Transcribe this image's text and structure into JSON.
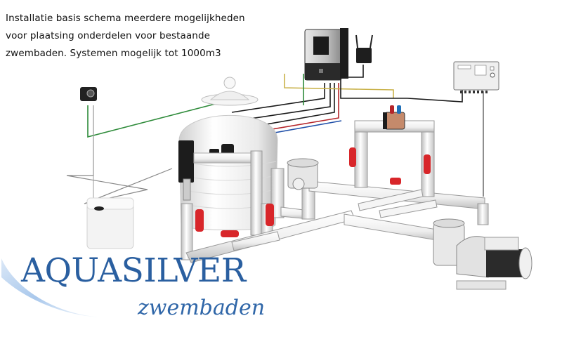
{
  "caption": {
    "lines": [
      "Installatie basis schema meerdere mogelijkheden",
      "voor plaatsing onderdelen voor bestaande",
      "zwembaden. Systemen mogelijk tot 1000m3"
    ]
  },
  "logo": {
    "brand": "AQUASILVER",
    "tagline": "zwembaden",
    "color": "#2a5fa0",
    "swoosh_color": "#a9c8ec"
  },
  "diagram": {
    "components": [
      {
        "name": "dosing-pump",
        "icon": "dosing-pump-icon"
      },
      {
        "name": "chemical-container",
        "icon": "container-icon"
      },
      {
        "name": "sand-filter",
        "icon": "filter-tank-icon"
      },
      {
        "name": "controller-unit",
        "icon": "control-box-icon"
      },
      {
        "name": "wifi-module",
        "icon": "wifi-antenna-icon"
      },
      {
        "name": "measurement-controller",
        "icon": "control-panel-icon"
      },
      {
        "name": "electrolysis-cell",
        "icon": "cell-icon"
      },
      {
        "name": "multiport-valve",
        "icon": "valve-icon"
      },
      {
        "name": "pool-pump",
        "icon": "pump-icon"
      }
    ],
    "colors": {
      "pipe": "#f2f2f2",
      "pipe_outline": "#9a9a9a",
      "valve": "#d8262a",
      "cable_black": "#1a1a1a",
      "cable_green": "#2e8b3a",
      "cable_yellow": "#c9b24a",
      "cable_blue": "#1f4fa8",
      "cable_red": "#b5252a"
    }
  }
}
